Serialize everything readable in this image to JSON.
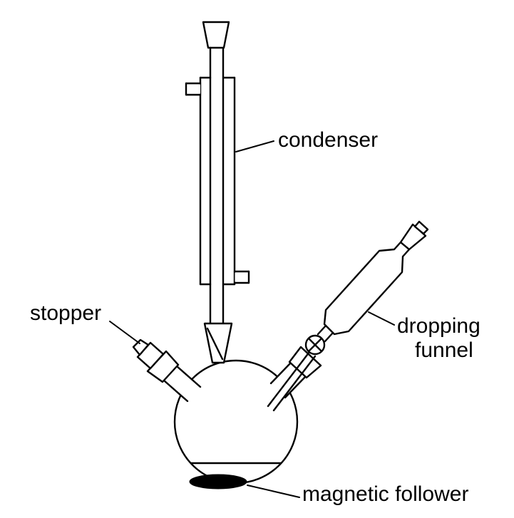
{
  "diagram": {
    "colors": {
      "ink": "#000000",
      "background": "#ffffff"
    },
    "labels": {
      "condenser": "condenser",
      "stopper": "stopper",
      "dropping_funnel_line1": "dropping",
      "dropping_funnel_line2": "funnel",
      "magnetic_follower": "magnetic follower"
    }
  }
}
